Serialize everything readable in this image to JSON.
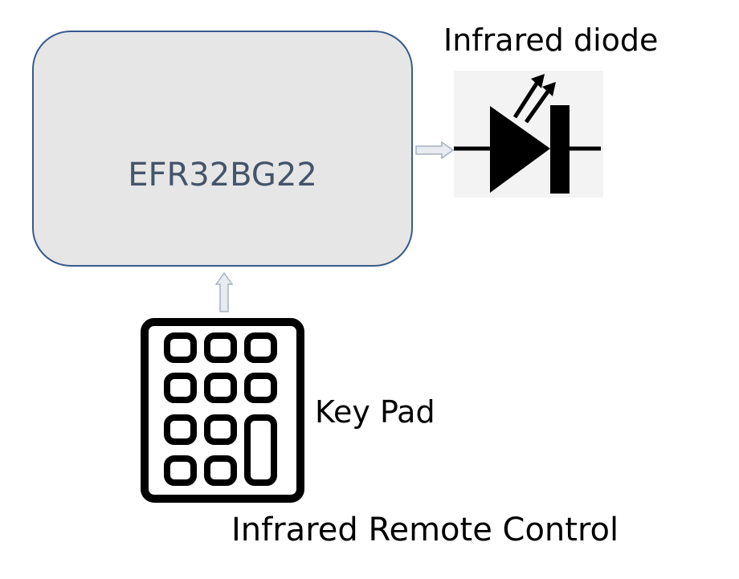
{
  "diagram": {
    "mcu": {
      "label": "EFR32BG22"
    },
    "output": {
      "label": "Infrared diode",
      "icon": "led-diode-icon"
    },
    "input": {
      "label": "Key Pad",
      "icon": "keypad-icon"
    },
    "caption": "Infrared Remote Control",
    "connections": [
      {
        "from": "EFR32BG22",
        "to": "Infrared diode"
      },
      {
        "from": "Key Pad",
        "to": "EFR32BG22"
      }
    ],
    "colors": {
      "box_fill": "#e6e6e6",
      "box_border": "#3a5a8c",
      "box_text": "#44546a",
      "arrow_fill": "#e8ebef",
      "arrow_stroke": "#a6b2c0"
    }
  }
}
